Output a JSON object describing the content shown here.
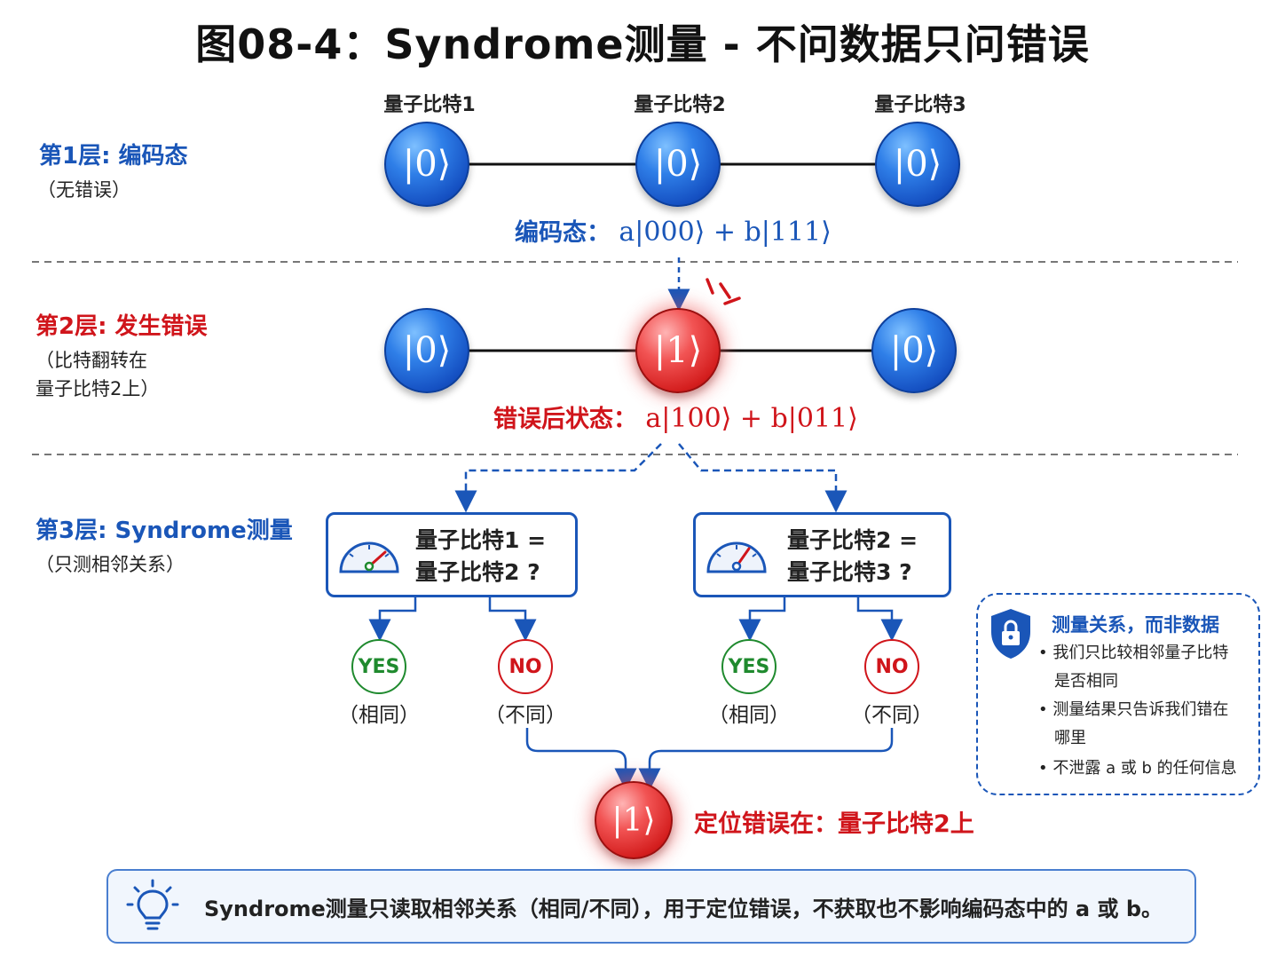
{
  "title": "图08-4：Syndrome测量 - 不问数据只问错误",
  "layer1": {
    "title": "第1层: 编码态",
    "subtitle": "（无错误）",
    "qubit_labels": [
      "量子比特1",
      "量子比特2",
      "量子比特3"
    ],
    "qubits": [
      "|0⟩",
      "|0⟩",
      "|0⟩"
    ],
    "formula_label": "编码态：",
    "formula_math": "a|000⟩ + b|111⟩"
  },
  "layer2": {
    "title": "第2层: 发生错误",
    "subtitle_line1": "（比特翻转在",
    "subtitle_line2": "量子比特2上）",
    "qubits": [
      "|0⟩",
      "|1⟩",
      "|0⟩"
    ],
    "formula_label": "错误后状态：",
    "formula_math": "a|100⟩ + b|011⟩"
  },
  "layer3": {
    "title": "第3层: Syndrome测量",
    "subtitle": "（只测相邻关系）",
    "checks": [
      {
        "line1": "量子比特1 =",
        "line2": "量子比特2 ?",
        "yes": "YES",
        "yes_caption": "（相同）",
        "no": "NO",
        "no_caption": "（不同）"
      },
      {
        "line1": "量子比特2 =",
        "line2": "量子比特3 ?",
        "yes": "YES",
        "yes_caption": "（相同）",
        "no": "NO",
        "no_caption": "（不同）"
      }
    ],
    "result_qubit": "|1⟩",
    "result_label": "定位错误在：量子比特2上"
  },
  "sidebox": {
    "title": "测量关系，而非数据",
    "items": [
      {
        "line1": "我们只比较相邻量子比特",
        "line2": "是否相同"
      },
      {
        "line1": "测量结果只告诉我们错在",
        "line2": "哪里"
      },
      {
        "line1": "不泄露 a 或 b 的任何信息"
      }
    ]
  },
  "bottom_note": "Syndrome测量只读取相邻关系（相同/不同），用于定位错误，不获取也不影响编码态中的 a 或 b。",
  "icons": [
    "gauge-icon",
    "lock-shield-icon",
    "lightbulb-icon",
    "error-spark-icon"
  ],
  "colors": {
    "blue": "#1a56b8",
    "red": "#d0151b",
    "green": "#1f8a2e"
  }
}
